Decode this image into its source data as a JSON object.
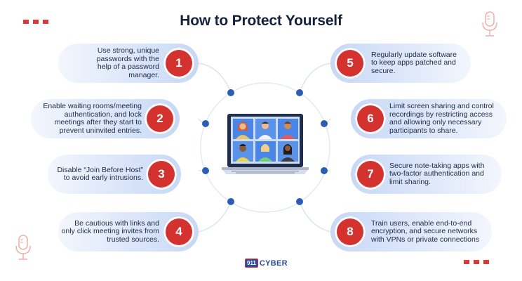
{
  "title": "How to Protect Yourself",
  "steps": [
    {
      "num": "1",
      "text": "Use strong, unique passwords with the help of a password manager."
    },
    {
      "num": "2",
      "text": "Enable waiting rooms/meeting authentication, and lock meetings after they start to prevent uninvited entries."
    },
    {
      "num": "3",
      "text": "Disable “Join Before Host” to avoid early intrusions."
    },
    {
      "num": "4",
      "text": "Be cautious with links and only click meeting invites from trusted sources."
    },
    {
      "num": "5",
      "text": "Regularly update software to keep apps patched and secure."
    },
    {
      "num": "6",
      "text": "Limit screen sharing and control recordings by restricting access and allowing only necessary participants to share."
    },
    {
      "num": "7",
      "text": "Secure note-taking apps with two-factor authentication and limit sharing."
    },
    {
      "num": "8",
      "text": "Train users, enable end-to-end encryption, and secure networks with VPNs or private connections"
    }
  ],
  "logo": {
    "badge": "911",
    "word": "CYBER"
  },
  "colors": {
    "accent_red": "#d3322f",
    "node_blue": "#2a5db3",
    "pill_blue": "#c7d8f6"
  },
  "icons": [
    "microphone-icon",
    "laptop-video-call-icon"
  ]
}
